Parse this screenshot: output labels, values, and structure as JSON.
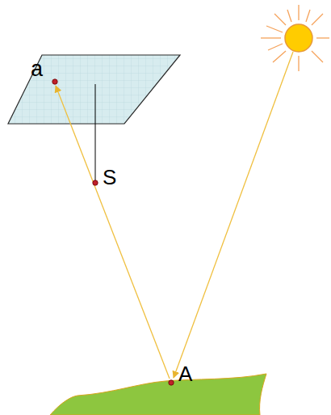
{
  "diagram": {
    "labels": [
      "a",
      "S",
      "A"
    ]
  }
}
